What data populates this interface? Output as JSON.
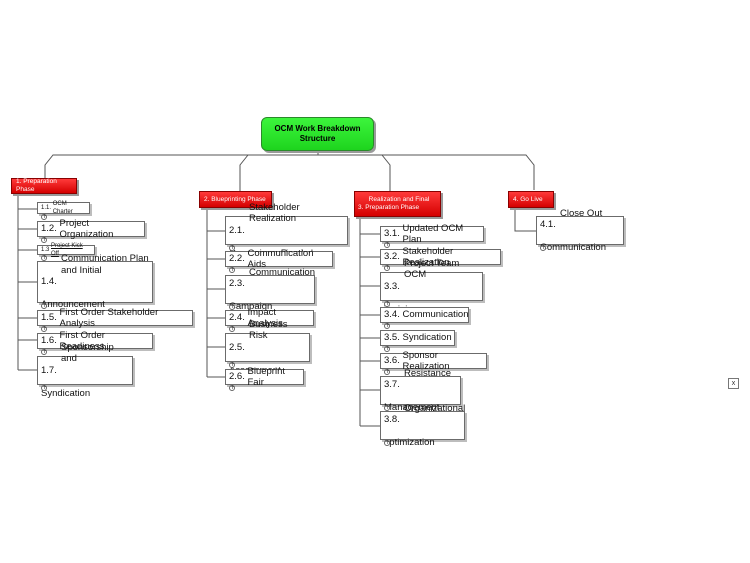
{
  "root": {
    "line1": "OCM Work Breakdown",
    "line2": "Structure"
  },
  "phases": [
    {
      "label": "1. Preparation Phase"
    },
    {
      "label": "2. Blueprinting Phase"
    },
    {
      "label1": "Realization and Final",
      "label2": "3. Preparation Phase"
    },
    {
      "label": "4. Go Live"
    }
  ],
  "tasks": {
    "t11": {
      "num": "1.1.",
      "text": "OCM Charter"
    },
    "t12": {
      "num": "1.2.",
      "text": "Project Organization"
    },
    "t13": {
      "num": "1.3",
      "text": "Project Kick Off"
    },
    "t14": {
      "line1": "Communication Plan",
      "line2": "and Initial",
      "num": "1.4.",
      "line3": "Announcement"
    },
    "t15": {
      "num": "1.5.",
      "text": "First Order Stakeholder Analysis"
    },
    "t16": {
      "num": "1.6.",
      "text": "First Order Readiness"
    },
    "t17": {
      "line1": "Sponsorship and",
      "num": "1.7.",
      "line2": "Syndication"
    },
    "t21": {
      "line1": "Stakeholder Realization",
      "num": "2.1.",
      "line2": "Campaign - Road show"
    },
    "t22": {
      "num": "2.2.",
      "text": "Communication Aids"
    },
    "t23": {
      "line1": "Communication",
      "num": "2.3.",
      "line2": "Campaign"
    },
    "t24": {
      "num": "2.4.",
      "text": "Impact Analysis"
    },
    "t25": {
      "line1": "Business Risk",
      "num": "2.5.",
      "line2": "Assessment"
    },
    "t26": {
      "num": "2.6.",
      "text": "Blueprint Fair"
    },
    "t31": {
      "num": "3.1.",
      "text": "Updated OCM Plan"
    },
    "t32": {
      "num": "3.2.",
      "text": "Stakeholder Realization"
    },
    "t33": {
      "line1": "Project Team OCM",
      "num": "3.3.",
      "line2": "Training"
    },
    "t34": {
      "num": "3.4.",
      "text": "Communication"
    },
    "t35": {
      "num": "3.5.",
      "text": "Syndication"
    },
    "t36": {
      "num": "3.6.",
      "text": "Sponsor Realization"
    },
    "t37": {
      "line1": "Resistance",
      "num": "3.7.",
      "line2": "Management"
    },
    "t38": {
      "line1": "Organizational",
      "num": "3.8.",
      "line2": "optimization"
    },
    "t41": {
      "line1": "Close Out",
      "num": "4.1.",
      "line2": "Communication"
    }
  },
  "close_box": "x",
  "expand_glyph": "+",
  "colors": {
    "root": "#22dd22",
    "phase": "#ee0000",
    "connector": "#555555"
  }
}
